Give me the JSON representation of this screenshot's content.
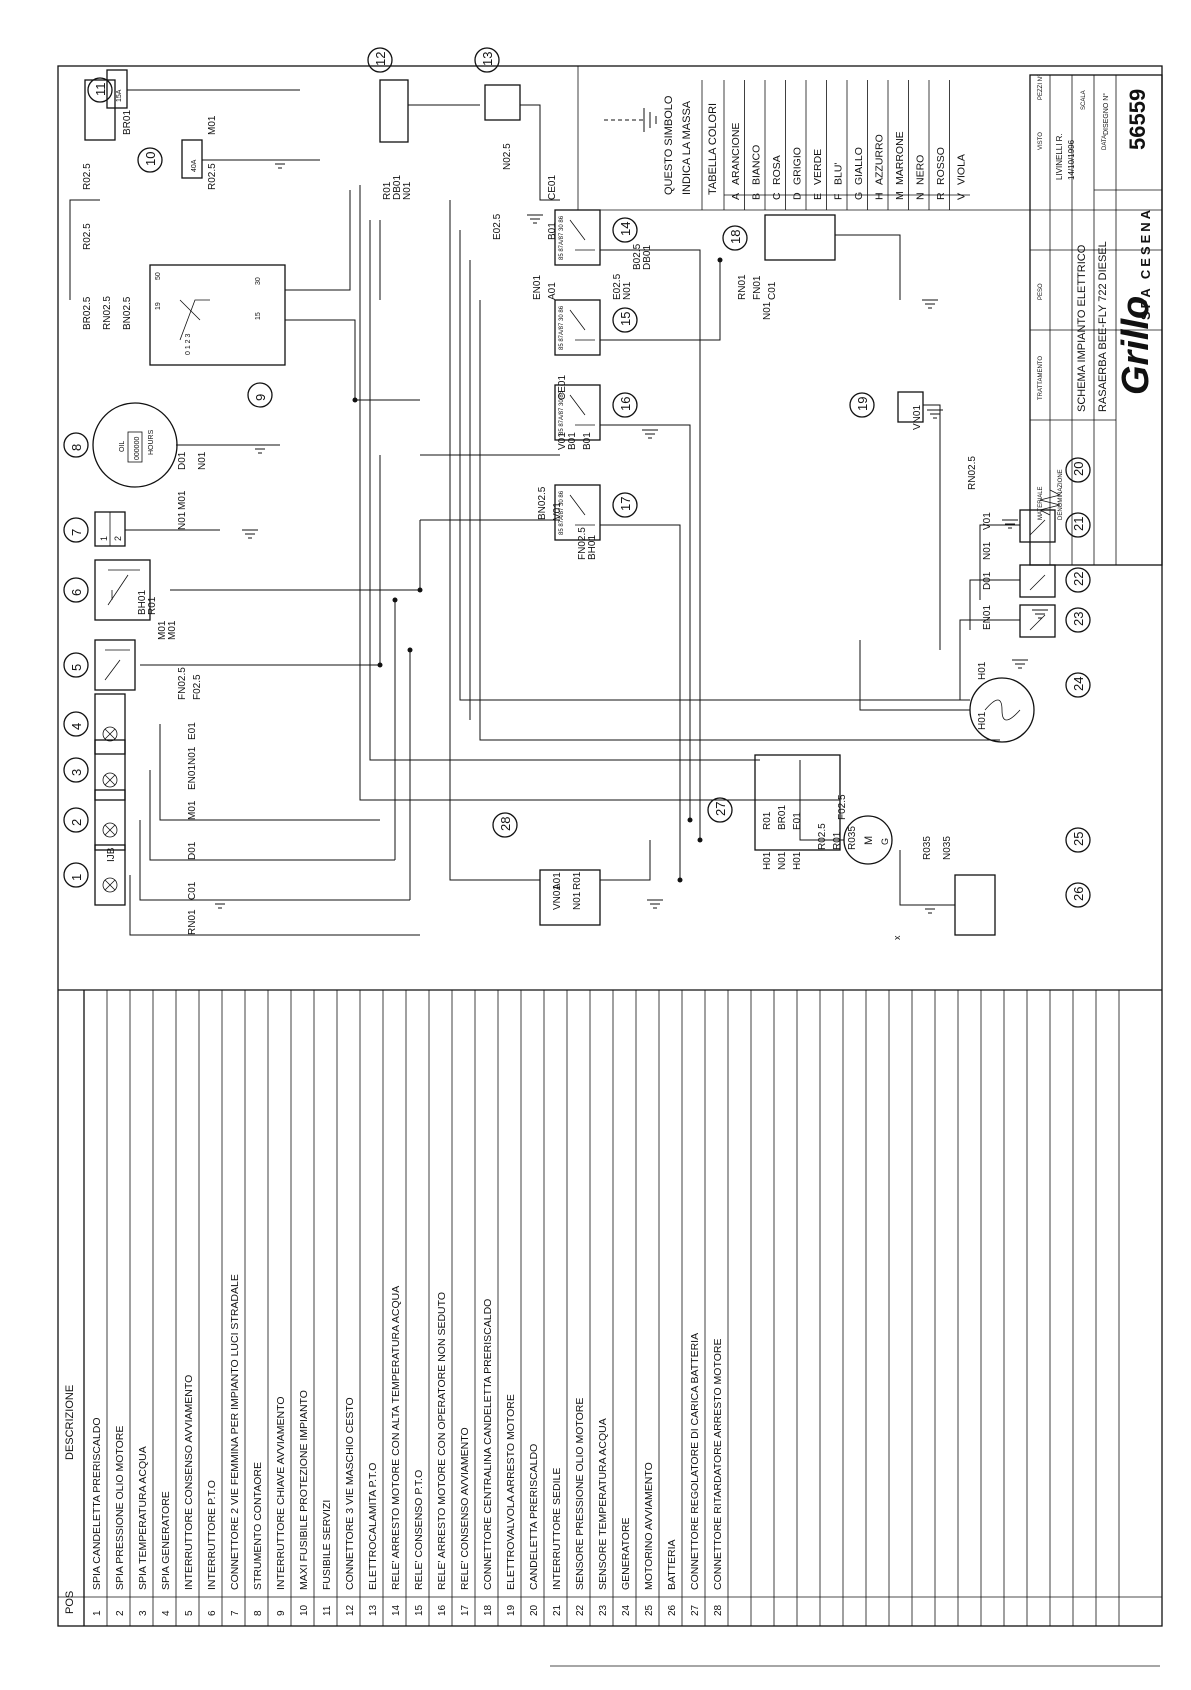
{
  "sheet": {
    "header_pos": "POS",
    "header_desc": "DESCRIZIONE",
    "parts": [
      {
        "pos": "1",
        "desc": "SPIA CANDELETTA PRERISCALDO"
      },
      {
        "pos": "2",
        "desc": "SPIA PRESSIONE OLIO MOTORE"
      },
      {
        "pos": "3",
        "desc": "SPIA TEMPERATURA ACQUA"
      },
      {
        "pos": "4",
        "desc": "SPIA GENERATORE"
      },
      {
        "pos": "5",
        "desc": "INTERRUTTORE CONSENSO AVVIAMENTO"
      },
      {
        "pos": "6",
        "desc": "INTERRUTTORE P.T.O"
      },
      {
        "pos": "7",
        "desc": "CONNETTORE 2 VIE FEMMINA PER IMPIANTO LUCI STRADALE"
      },
      {
        "pos": "8",
        "desc": "STRUMENTO CONTAORE"
      },
      {
        "pos": "9",
        "desc": "INTERRUTTORE CHIAVE AVVIAMENTO"
      },
      {
        "pos": "10",
        "desc": "MAXI FUSIBILE PROTEZIONE IMPIANTO"
      },
      {
        "pos": "11",
        "desc": "FUSIBILE SERVIZI"
      },
      {
        "pos": "12",
        "desc": "CONNETTORE 3 VIE MASCHIO CESTO"
      },
      {
        "pos": "13",
        "desc": "ELETTROCALAMITA P.T.O"
      },
      {
        "pos": "14",
        "desc": "RELE' ARRESTO MOTORE CON ALTA TEMPERATURA ACQUA"
      },
      {
        "pos": "15",
        "desc": "RELE' CONSENSO P.T.O"
      },
      {
        "pos": "16",
        "desc": "RELE' ARRESTO MOTORE CON OPERATORE NON SEDUTO"
      },
      {
        "pos": "17",
        "desc": "RELE' CONSENSO AVVIAMENTO"
      },
      {
        "pos": "18",
        "desc": "CONNETTORE CENTRALINA CANDELETTA PRERISCALDO"
      },
      {
        "pos": "19",
        "desc": "ELETTROVALVOLA ARRESTO MOTORE"
      },
      {
        "pos": "20",
        "desc": "CANDELETTA PRERISCALDO"
      },
      {
        "pos": "21",
        "desc": "INTERRUTTORE SEDILE"
      },
      {
        "pos": "22",
        "desc": "SENSORE PRESSIONE OLIO MOTORE"
      },
      {
        "pos": "23",
        "desc": "SENSORE TEMPERATURA ACQUA"
      },
      {
        "pos": "24",
        "desc": "GENERATORE"
      },
      {
        "pos": "25",
        "desc": "MOTORINO AVVIAMENTO"
      },
      {
        "pos": "26",
        "desc": "BATTERIA"
      },
      {
        "pos": "27",
        "desc": "CONNETTORE REGOLATORE DI CARICA BATTERIA"
      },
      {
        "pos": "28",
        "desc": "CONNETTORE RITARDATORE ARRESTO MOTORE"
      }
    ]
  },
  "legend": {
    "ground_note": [
      "QUESTO SIMBOLO",
      "INDICA LA MASSA"
    ],
    "color_table_title": "TABELLA COLORI",
    "colors": [
      {
        "code": "A",
        "name": "ARANCIONE"
      },
      {
        "code": "B",
        "name": "BIANCO"
      },
      {
        "code": "C",
        "name": "ROSA"
      },
      {
        "code": "D",
        "name": "GRIGIO"
      },
      {
        "code": "E",
        "name": "VERDE"
      },
      {
        "code": "F",
        "name": "BLU'"
      },
      {
        "code": "G",
        "name": "GIALLO"
      },
      {
        "code": "H",
        "name": "AZZURRO"
      },
      {
        "code": "M",
        "name": "MARRONE"
      },
      {
        "code": "N",
        "name": "NERO"
      },
      {
        "code": "R",
        "name": "ROSSO"
      },
      {
        "code": "V",
        "name": "VIOLA"
      }
    ]
  },
  "title_block": {
    "title": "SCHEMA IMPIANTO ELETTRICO",
    "subtitle": "RASAERBA BEE-FLY 722 DIESEL",
    "drawn_by": "LIVINELLI R.",
    "date": "14/10/1996",
    "drawing_no_label": "DISEGNO N°",
    "drawing_no": "56559",
    "company": "SPA CESENA",
    "logo": "Grillo",
    "field_labels": [
      "MATERIALE",
      "TRATTAMENTO",
      "DENOMINAZIONE",
      "PESO",
      "VISTO",
      "PEZZI N°",
      "SCALA",
      "DATA"
    ]
  },
  "components": {
    "c1": "IJB",
    "c8_top": "OIL",
    "c8_counter": "000000",
    "c8_unit": "HOURS",
    "c9_scale": "0 1 2 3",
    "c9_t1": "50",
    "c9_t2": "19",
    "c9_t3": "30",
    "c9_t4": "15",
    "c10": "40A",
    "c11": "15A",
    "c7": [
      "1",
      "2"
    ],
    "relay_pins": "85 87A/87 30 86",
    "c24": "G",
    "c25": "M",
    "c25b": "G",
    "note_x": "x"
  },
  "wire_labels": [
    "RN01",
    "C01",
    "D01",
    "M01",
    "EN01",
    "N01",
    "E01",
    "FN02.5",
    "F02.5",
    "M01",
    "M01",
    "R01",
    "BH01",
    "N01",
    "M01",
    "D01",
    "N01",
    "BR02.5",
    "RN02.5",
    "BN02.5",
    "R02.5",
    "R02.5",
    "R02.5",
    "M01",
    "BR01",
    "R01",
    "DB01",
    "N01",
    "E02.5",
    "N02.5",
    "EN01",
    "A01",
    "B01",
    "CE01",
    "E02.5",
    "N01",
    "B02.5",
    "DB01",
    "CE01",
    "V01",
    "B01",
    "B01",
    "BN02.5",
    "V01",
    "FN02.5",
    "BH01",
    "RN01",
    "FN01",
    "C01",
    "N01",
    "VN01",
    "RN02.5",
    "V01",
    "N01",
    "D01",
    "EN01",
    "H01",
    "H01",
    "R02.5",
    "R01",
    "R035",
    "F02.5",
    "R035",
    "N035",
    "A01",
    "VN01",
    "R01",
    "N01",
    "H01",
    "N01",
    "H01",
    "R01",
    "BR01",
    "E01"
  ]
}
